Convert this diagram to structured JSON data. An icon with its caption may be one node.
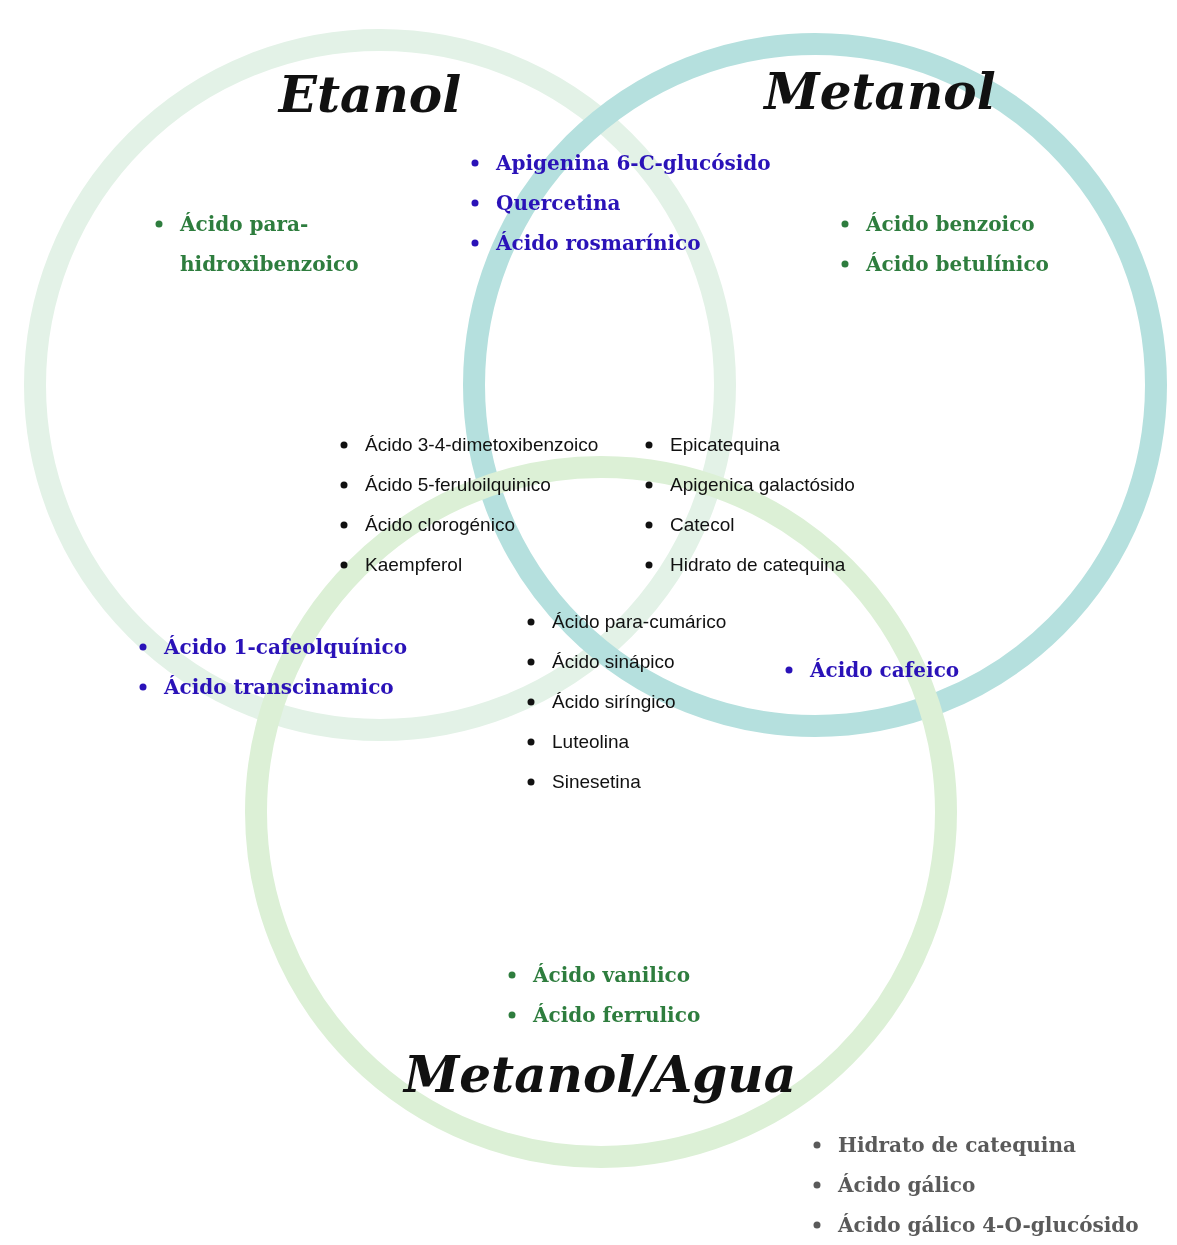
{
  "diagram": {
    "nodes": [
      {
        "text": [
          "Etanol"
        ]
      },
      {
        "text": [
          "Metanol"
        ]
      },
      {
        "text": [
          "Metanol/Agua"
        ]
      }
    ],
    "labels": [
      "Apigenina 6-C-glucósido",
      "Quercetina",
      "Ácido rosmarínico",
      "Ácido para- hidroxibenzoico",
      "Ácido benzoico",
      "Ácido betulínico",
      "Ácido 3-4-dimetoxibenzoico",
      "Ácido 5-feruloilquinico",
      "Ácido clorogénico",
      "Kaempferol",
      "Epicatequina",
      "Apigenica galactósido",
      "Catecol",
      "Hidrato de catequina",
      "Ácido para-cumárico",
      "Ácido sinápico",
      "Ácido siríngico",
      "Luteolina",
      "Sinesetina",
      "Ácido 1-cafeolquínico",
      "Ácido transcinamico",
      "Ácido cafeico",
      "Ácido vanilico",
      "Ácido ferrulico",
      "Hidrato de catequina",
      "Ácido gálico",
      "Ácido gálico 4-O-glucósido"
    ]
  }
}
